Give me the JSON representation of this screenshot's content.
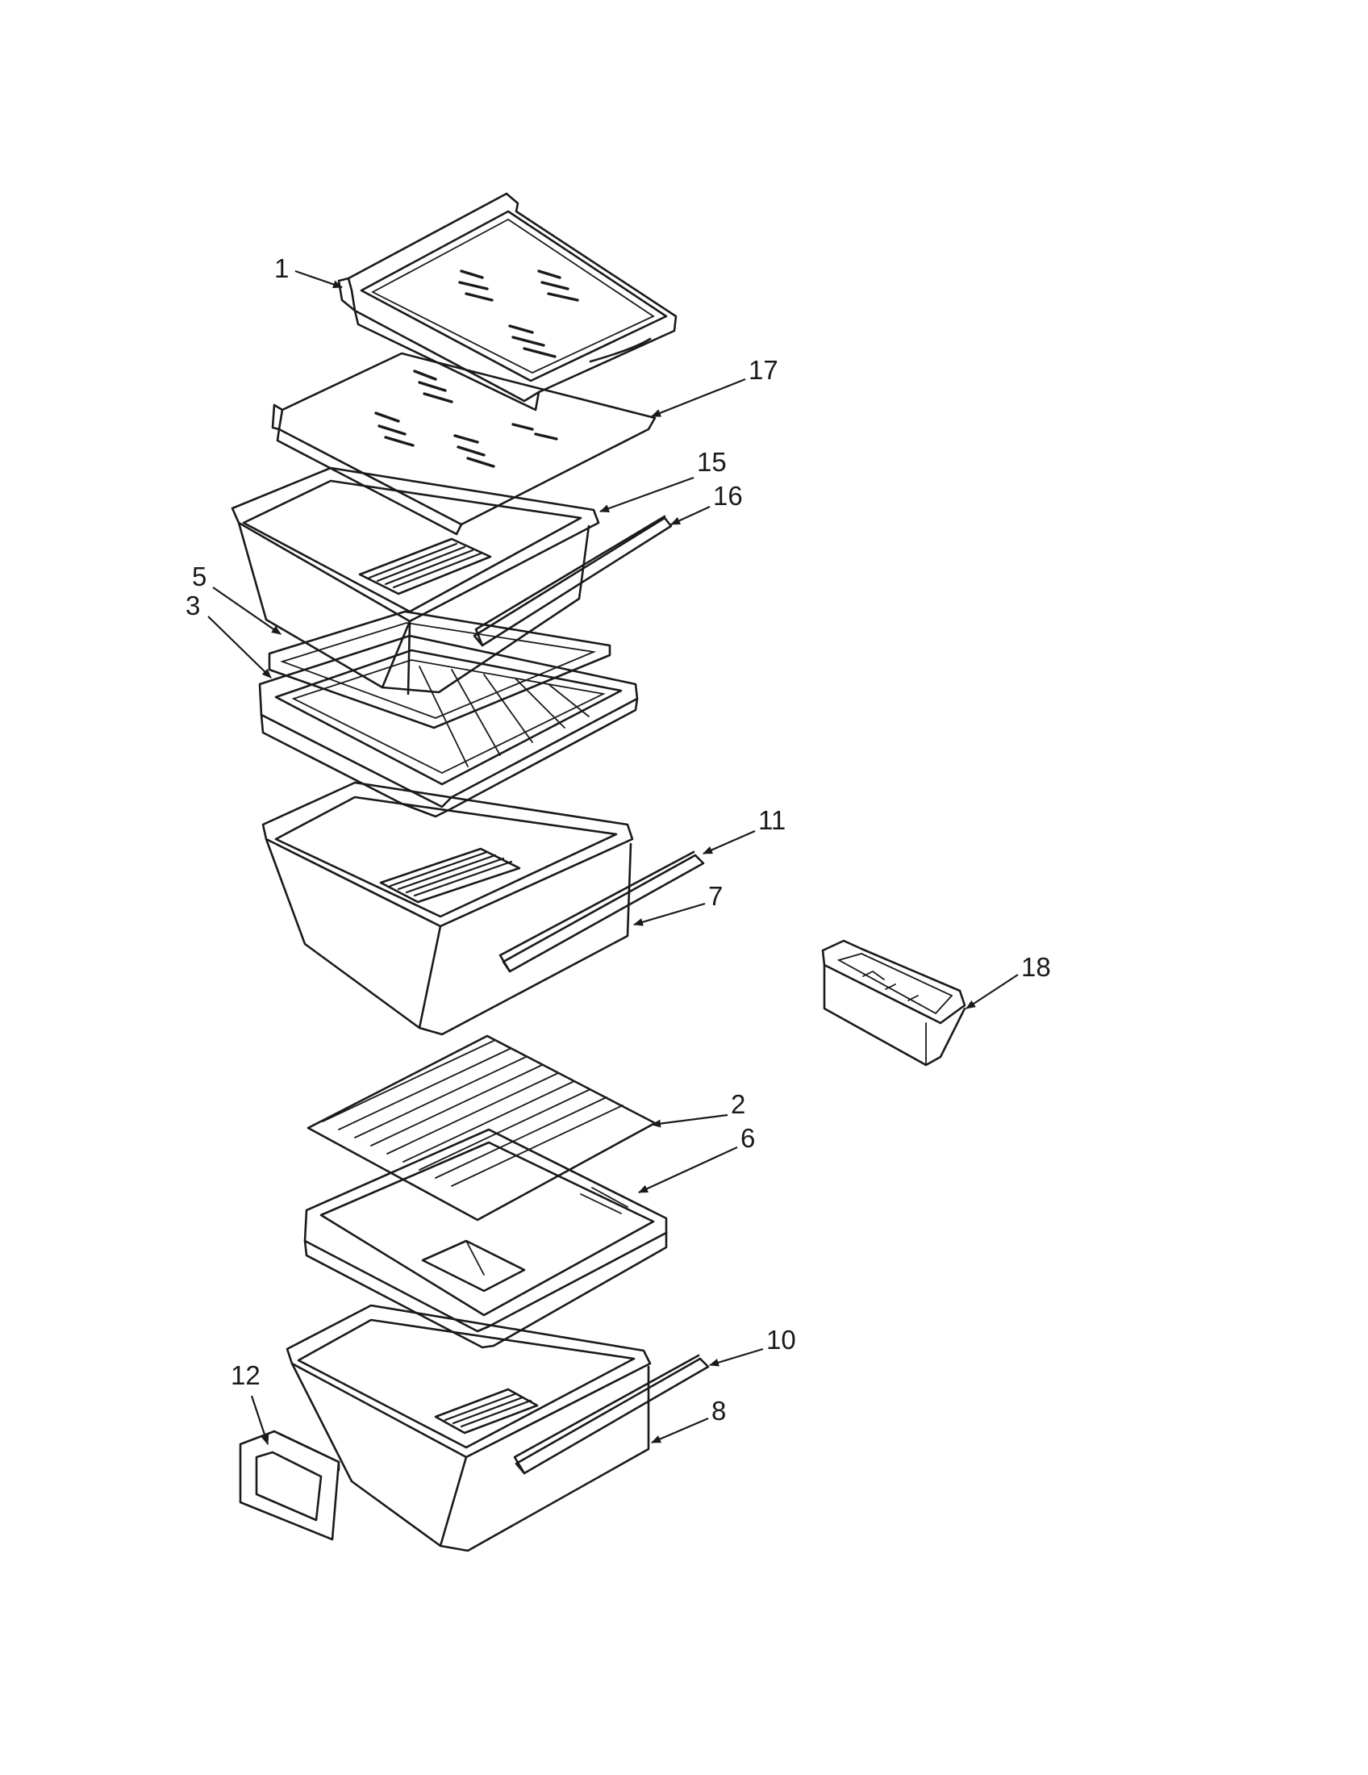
{
  "callouts": [
    {
      "id": "1",
      "label": "1"
    },
    {
      "id": "17",
      "label": "17"
    },
    {
      "id": "15",
      "label": "15"
    },
    {
      "id": "16",
      "label": "16"
    },
    {
      "id": "5",
      "label": "5"
    },
    {
      "id": "3",
      "label": "3"
    },
    {
      "id": "11",
      "label": "11"
    },
    {
      "id": "7",
      "label": "7"
    },
    {
      "id": "18",
      "label": "18"
    },
    {
      "id": "2",
      "label": "2"
    },
    {
      "id": "6",
      "label": "6"
    },
    {
      "id": "10",
      "label": "10"
    },
    {
      "id": "8",
      "label": "8"
    },
    {
      "id": "12",
      "label": "12"
    }
  ]
}
